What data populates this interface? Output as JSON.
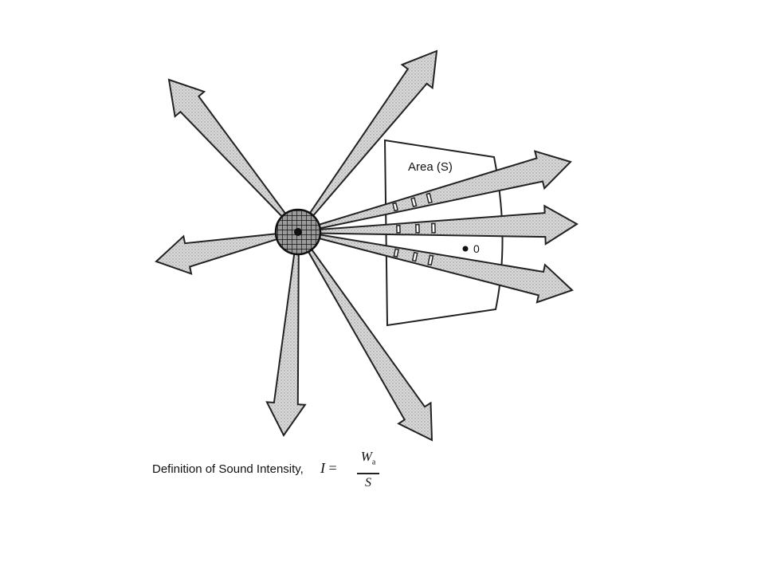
{
  "diagram": {
    "area_label": "Area (S)",
    "point_label": "0",
    "caption": {
      "text": "Definition of Sound Intensity,",
      "symbol": "I",
      "equals": "=",
      "numerator": "W",
      "numerator_subscript": "a",
      "denominator": "S"
    },
    "colors": {
      "arrow_fill": "#cfcfcf",
      "outline": "#222222",
      "background": "#ffffff"
    },
    "icons": [
      "sound-source-sphere",
      "radiating-arrow",
      "surface-area-panel"
    ]
  }
}
